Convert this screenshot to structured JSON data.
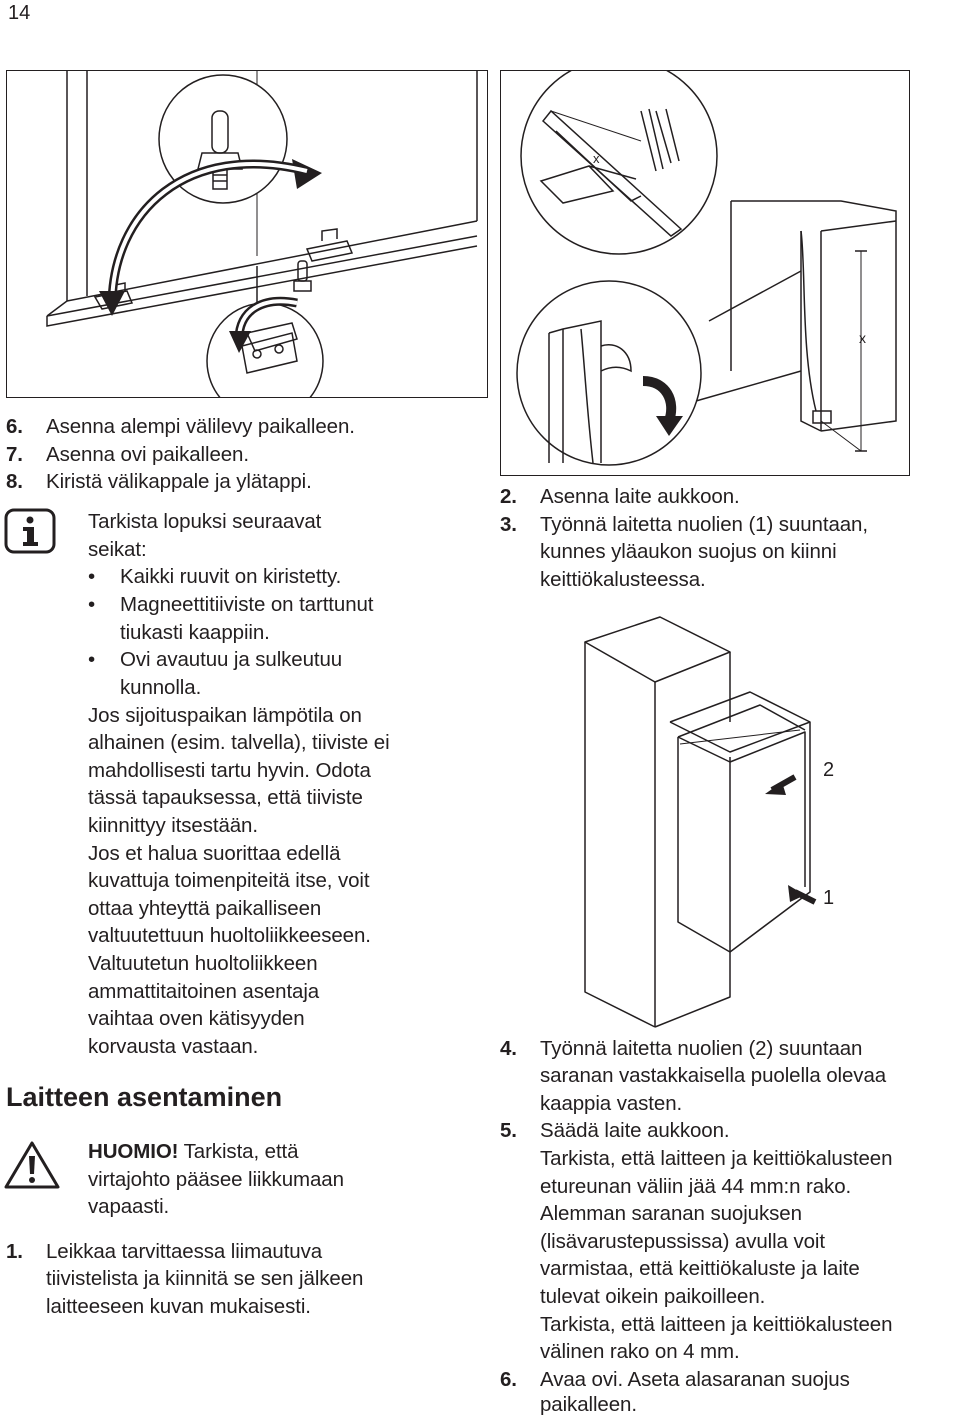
{
  "page_number": "14",
  "left_steps": [
    {
      "num": "6.",
      "text": "Asenna alempi välilevy paikalleen."
    },
    {
      "num": "7.",
      "text": "Asenna ovi paikalleen."
    },
    {
      "num": "8.",
      "text": "Kiristä välikappale ja ylätappi."
    }
  ],
  "info_note": {
    "intro": [
      "Tarkista lopuksi seuraavat",
      "seikat:"
    ],
    "bullets": [
      [
        "Kaikki ruuvit on kiristetty."
      ],
      [
        "Magneettitiiviste on tarttunut",
        "tiukasti kaappiin."
      ],
      [
        "Ovi avautuu ja sulkeutuu",
        "kunnolla."
      ]
    ],
    "body": [
      "Jos sijoituspaikan lämpötila on",
      "alhainen (esim. talvella), tiiviste ei",
      "mahdollisesti tartu hyvin. Odota",
      "tässä tapauksessa, että tiiviste",
      "kiinnittyy itsestään.",
      "Jos et halua suorittaa edellä",
      "kuvattuja toimenpiteitä itse, voit",
      "ottaa yhteyttä paikalliseen",
      "valtuutettuun huoltoliikkeeseen.",
      "Valtuutetun huoltoliikkeen",
      "ammattitaitoinen asentaja",
      "vaihtaa oven kätisyyden",
      "korvausta vastaan."
    ]
  },
  "section_heading": "Laitteen asentaminen",
  "warning": {
    "label": "HUOMIO!",
    "line1": " Tarkista, että",
    "lines": [
      "virtajohto pääsee liikkumaan",
      "vapaasti."
    ]
  },
  "step1": {
    "num": "1.",
    "lines": [
      "Leikkaa tarvittaessa liimautuva",
      "tiivistelista ja kiinnitä se sen jälkeen",
      "laitteeseen kuvan mukaisesti."
    ]
  },
  "right_steps_a": [
    {
      "num": "2.",
      "lines": [
        "Asenna laite aukkoon."
      ]
    },
    {
      "num": "3.",
      "lines": [
        "Työnnä laitetta nuolien (1) suuntaan,",
        "kunnes yläaukon suojus on kiinni",
        "keittiökalusteessa."
      ]
    }
  ],
  "right_steps_b": [
    {
      "num": "4.",
      "lines": [
        "Työnnä laitetta nuolien (2) suuntaan",
        "saranan vastakkaisella puolella olevaa",
        "kaappia vasten."
      ]
    },
    {
      "num": "5.",
      "lines": [
        "Säädä laite aukkoon.",
        "Tarkista, että laitteen ja keittiökalusteen",
        "etureunan väliin jää 44 mm:n rako.",
        "Alemman saranan suojuksen",
        "(lisävarustepussissa) avulla voit",
        "varmistaa, että keittiökaluste ja laite",
        "tulevat oikein paikoilleen.",
        "Tarkista, että laitteen ja keittiökalusteen",
        "välinen rako on 4 mm."
      ]
    },
    {
      "num": "6.",
      "lines": [
        "Avaa ovi. Aseta alasaranan suojus",
        "paikalleen."
      ]
    }
  ],
  "figure_seal": {
    "dim_label_1": "x",
    "dim_label_2": "x"
  },
  "figure_push": {
    "arrow_label_2": "2",
    "arrow_label_1": "1"
  },
  "colors": {
    "text": "#231f20",
    "background": "#ffffff"
  },
  "icons": [
    "info-icon",
    "warning-icon"
  ]
}
